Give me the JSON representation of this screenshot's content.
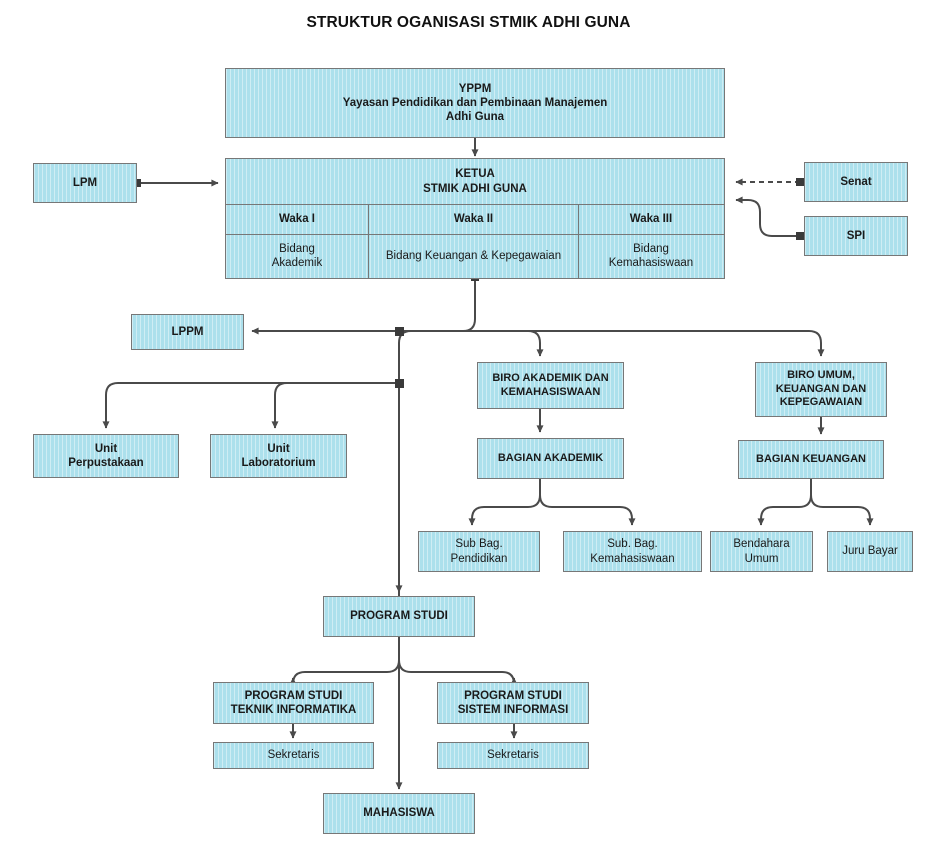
{
  "title": "STRUKTUR OGANISASI STMIK ADHI GUNA",
  "nodes": {
    "yppm": {
      "line1": "YPPM",
      "line2": "Yayasan Pendidikan dan Pembinaan Manajemen",
      "line3": "Adhi Guna"
    },
    "ketua": {
      "line1": "KETUA",
      "line2": "STMIK ADHI GUNA"
    },
    "waka": [
      {
        "title": "Waka I",
        "field_line1": "Bidang",
        "field_line2": "Akademik"
      },
      {
        "title": "Waka II",
        "field_line1": "Bidang Keuangan & Kepegawaian",
        "field_line2": ""
      },
      {
        "title": "Waka III",
        "field_line1": "Bidang",
        "field_line2": "Kemahasiswaan"
      }
    ],
    "lpm": {
      "label": "LPM"
    },
    "senat": {
      "label": "Senat"
    },
    "spi": {
      "label": "SPI"
    },
    "lppm": {
      "label": "LPPM"
    },
    "unit_perpustakaan": {
      "line1": "Unit",
      "line2": "Perpustakaan"
    },
    "unit_laboratorium": {
      "line1": "Unit",
      "line2": "Laboratorium"
    },
    "biro_akademik": {
      "line1": "BIRO AKADEMIK DAN",
      "line2": "KEMAHASISWAAN"
    },
    "bagian_akademik": {
      "label": "BAGIAN AKADEMIK"
    },
    "sub_bag_pendidikan": {
      "line1": "Sub Bag.",
      "line2": "Pendidikan"
    },
    "sub_bag_kemahasiswaan": {
      "line1": "Sub. Bag.",
      "line2": "Kemahasiswaan"
    },
    "biro_umum": {
      "line1": "BIRO UMUM,",
      "line2": "KEUANGAN DAN",
      "line3": "KEPEGAWAIAN"
    },
    "bagian_keuangan": {
      "label": "BAGIAN KEUANGAN"
    },
    "bendahara_umum": {
      "line1": "Bendahara",
      "line2": "Umum"
    },
    "juru_bayar": {
      "label": "Juru Bayar"
    },
    "program_studi": {
      "label": "PROGRAM STUDI"
    },
    "ps_teknik_informatika": {
      "line1": "PROGRAM STUDI",
      "line2": "TEKNIK INFORMATIKA"
    },
    "ps_sistem_informasi": {
      "line1": "PROGRAM STUDI",
      "line2": "SISTEM INFORMASI"
    },
    "sekretaris_ti": {
      "label": "Sekretaris"
    },
    "sekretaris_si": {
      "label": "Sekretaris"
    },
    "mahasiswa": {
      "label": "MAHASISWA"
    }
  },
  "colors": {
    "box_fill": "#ace0ec",
    "box_border": "#777777",
    "connector": "#4a4a4a",
    "text": "#1a1a1a",
    "background": "#ffffff"
  },
  "connectors": {
    "senat_to_ketua_style": "dashed",
    "default_style": "solid"
  }
}
